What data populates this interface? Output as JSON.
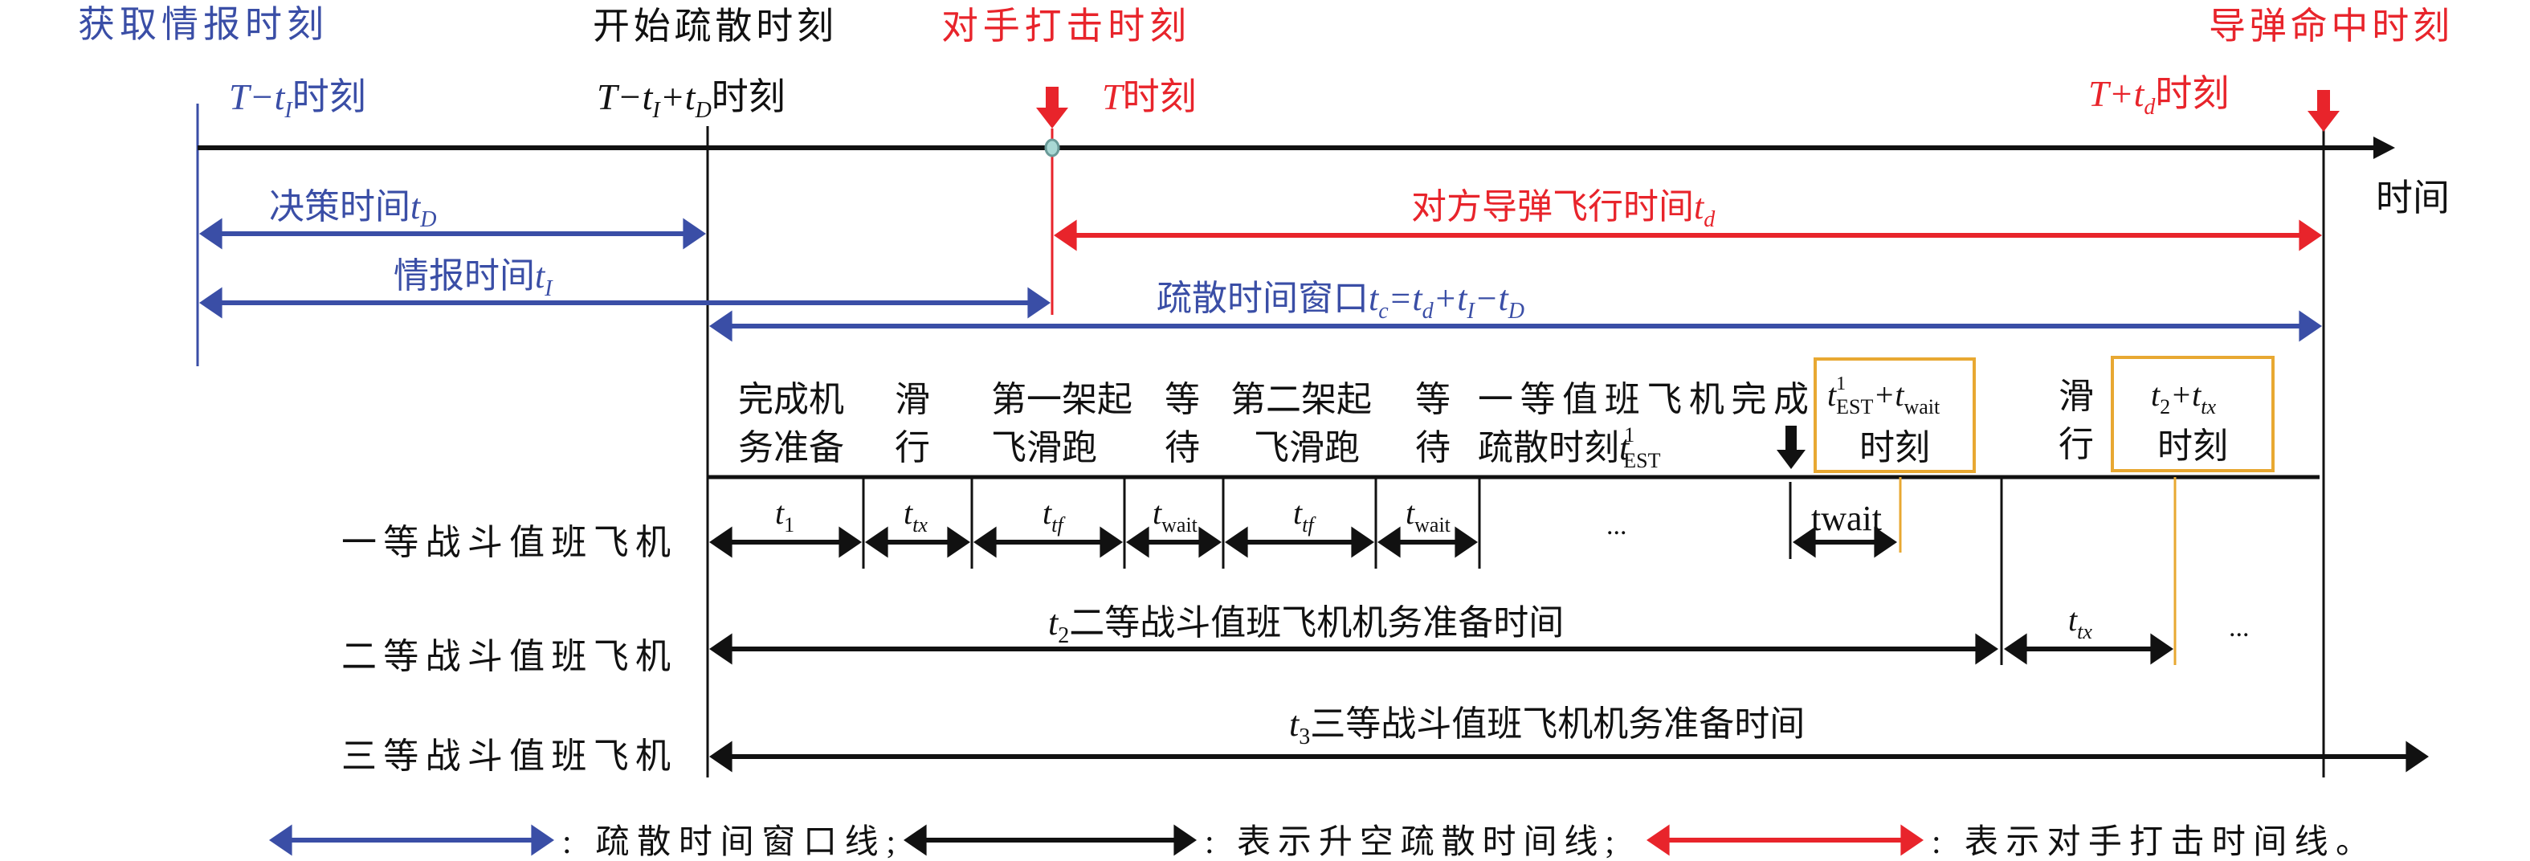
{
  "colors": {
    "blue": "#3a4ea6",
    "red": "#e8242b",
    "black": "#111111",
    "orange": "#e8a832",
    "marker": "#a9d8d4"
  },
  "top_labels": {
    "intel_acquired": "获取情报时刻",
    "start_evac": "开始疏散时刻",
    "enemy_strike": "对手打击时刻",
    "missile_hit": "导弹命中时刻"
  },
  "time_labels": {
    "intel": {
      "a": "T−t",
      "sub": "I",
      "b": "时刻"
    },
    "start": {
      "a": "T−t",
      "sub1": "I",
      "plus": "+t",
      "sub2": "D",
      "b": "时刻"
    },
    "strike": {
      "a": "T",
      "b": "时刻"
    },
    "hit": {
      "a": "T+t",
      "sub": "d",
      "b": "时刻"
    }
  },
  "axis_label": "时间",
  "spans": {
    "decision": {
      "text": "决策时间",
      "var": "t",
      "sub": "D"
    },
    "intel": {
      "text": "情报时间",
      "var": "t",
      "sub": "I"
    },
    "flight": {
      "text": "对方导弹飞行时间",
      "var": "t",
      "sub": "d"
    },
    "window": {
      "text": "疏散时间窗口",
      "v1": "t",
      "s1": "c",
      "eq": "=t",
      "s2": "d",
      "p": "+t",
      "s3": "I",
      "m": "−t",
      "s4": "D"
    }
  },
  "phases": [
    {
      "l1": "完成机",
      "l2": "务准备"
    },
    {
      "l1": "滑",
      "l2": "行"
    },
    {
      "l1": "第一架起",
      "l2": "飞滑跑"
    },
    {
      "l1": "等",
      "l2": "待"
    },
    {
      "l1": "第二架起",
      "l2": "飞滑跑"
    },
    {
      "l1": "等",
      "l2": "待"
    },
    {
      "l1": "一等值班飞机完成",
      "l2": "疏散时刻",
      "var": "t",
      "sup": "1",
      "sub": "EST"
    }
  ],
  "box1": {
    "t": "t",
    "sup": "1",
    "sub": "EST",
    "plus": "+t",
    "sub2": "wait",
    "l2": "时刻"
  },
  "taxi2": {
    "l1": "滑",
    "l2": "行"
  },
  "box2": {
    "t": "t",
    "sub": "2",
    "plus": "+t",
    "sub2": "tx",
    "l2": "时刻"
  },
  "durations": [
    {
      "v": "t",
      "s": "1"
    },
    {
      "v": "t",
      "s": "tx"
    },
    {
      "v": "t",
      "s": "tf"
    },
    {
      "v": "t",
      "s": "wait"
    },
    {
      "v": "t",
      "s": "tf"
    },
    {
      "v": "t",
      "s": "wait"
    },
    {
      "v": "...",
      "s": ""
    },
    {
      "v": "t",
      "s": "wait"
    }
  ],
  "rows": {
    "first": "一等战斗值班飞机",
    "second": "二等战斗值班飞机",
    "third": "三等战斗值班飞机"
  },
  "second_prep": {
    "v": "t",
    "s": "2",
    "text": "二等战斗值班飞机机务准备时间"
  },
  "second_taxi": {
    "v": "t",
    "s": "tx"
  },
  "second_more": "...",
  "third_prep": {
    "v": "t",
    "s": "3",
    "text": "三等战斗值班飞机机务准备时间"
  },
  "legend": [
    {
      "label": ": 疏散时间窗口线;"
    },
    {
      "label": ": 表示升空疏散时间线;"
    },
    {
      "label": ": 表示对手打击时间线。"
    }
  ]
}
